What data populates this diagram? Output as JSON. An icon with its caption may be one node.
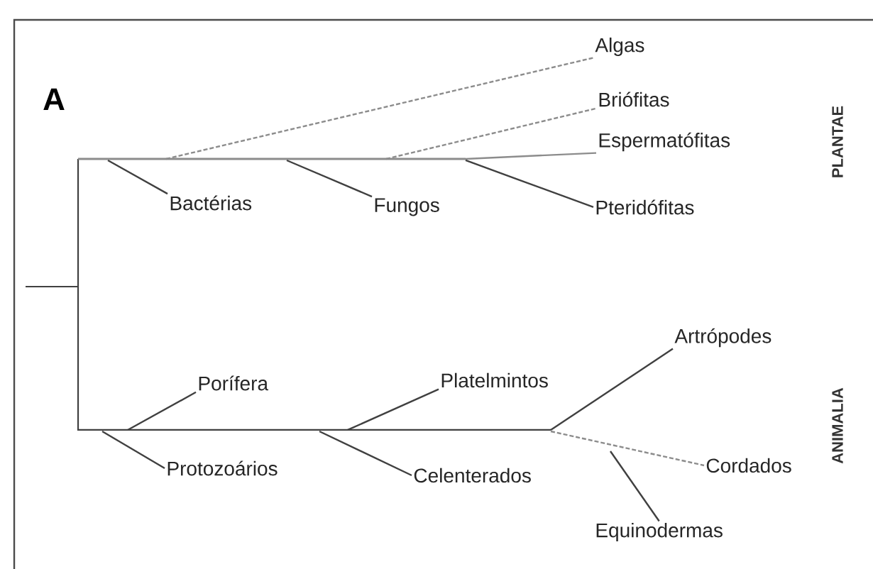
{
  "diagram": {
    "nodes": [
      {
        "text": [
          "Algas"
        ]
      },
      {
        "text": [
          "Briófitas"
        ]
      },
      {
        "text": [
          "Espermatófitas"
        ]
      },
      {
        "text": [
          "Bactérias"
        ]
      },
      {
        "text": [
          "Fungos"
        ]
      },
      {
        "text": [
          "Pteridófitas"
        ]
      },
      {
        "text": [
          "Artrópodes"
        ]
      },
      {
        "text": [
          "Porífera"
        ]
      },
      {
        "text": [
          "Platelmintos"
        ]
      },
      {
        "text": [
          "Protozoários"
        ]
      },
      {
        "text": [
          "Celenterados"
        ]
      },
      {
        "text": [
          "Cordados"
        ]
      },
      {
        "text": [
          "Equinodermas"
        ]
      }
    ],
    "edges": [
      {
        "from": null,
        "to": 0,
        "arrow": "none",
        "style": "dashed",
        "color": "#8c8c8c"
      },
      {
        "from": null,
        "to": 1,
        "arrow": "none",
        "style": "dashed",
        "color": "#8c8c8c"
      },
      {
        "from": null,
        "to": 2,
        "arrow": "none",
        "color": "#8c8c8c"
      },
      {
        "from": null,
        "to": 3,
        "arrow": "none"
      },
      {
        "from": null,
        "to": 4,
        "arrow": "none"
      },
      {
        "from": null,
        "to": 5,
        "arrow": "none"
      },
      {
        "from": null,
        "to": 6,
        "arrow": "none"
      },
      {
        "from": null,
        "to": 7,
        "arrow": "none"
      },
      {
        "from": null,
        "to": 8,
        "arrow": "none"
      },
      {
        "from": null,
        "to": 9,
        "arrow": "none"
      },
      {
        "from": null,
        "to": 10,
        "arrow": "none"
      },
      {
        "from": null,
        "to": 11,
        "arrow": "none",
        "style": "dashed",
        "color": "#8c8c8c"
      },
      {
        "from": null,
        "to": 12,
        "arrow": "none"
      }
    ],
    "labels": [
      "A",
      "PLANTAE",
      "ANIMALIA"
    ]
  }
}
